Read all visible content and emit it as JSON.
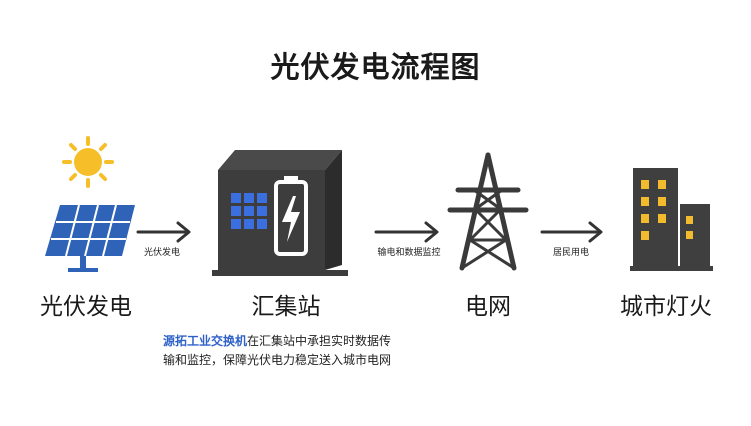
{
  "title": "光伏发电流程图",
  "nodes": [
    {
      "label": "光伏发电",
      "icon": "solar-panel-sun-icon"
    },
    {
      "label": "汇集站",
      "icon": "battery-station-icon"
    },
    {
      "label": "电网",
      "icon": "transmission-tower-icon"
    },
    {
      "label": "城市灯火",
      "icon": "city-buildings-icon"
    }
  ],
  "arrows": [
    {
      "label": "光伏发电"
    },
    {
      "label": "输电和数据监控"
    },
    {
      "label": "居民用电"
    }
  ],
  "note": {
    "brand": "源拓工业交换机",
    "line1_rest": "在汇集站中承担实时数据传",
    "line2": "输和监控，保障光伏电力稳定送入城市电网"
  },
  "colors": {
    "sun": "#f6bf2a",
    "panel": "#2f63b8",
    "station": "#3d3d3d",
    "window": "#3b6fe0",
    "arrow": "#333333",
    "window_lit": "#f2bb2e"
  }
}
